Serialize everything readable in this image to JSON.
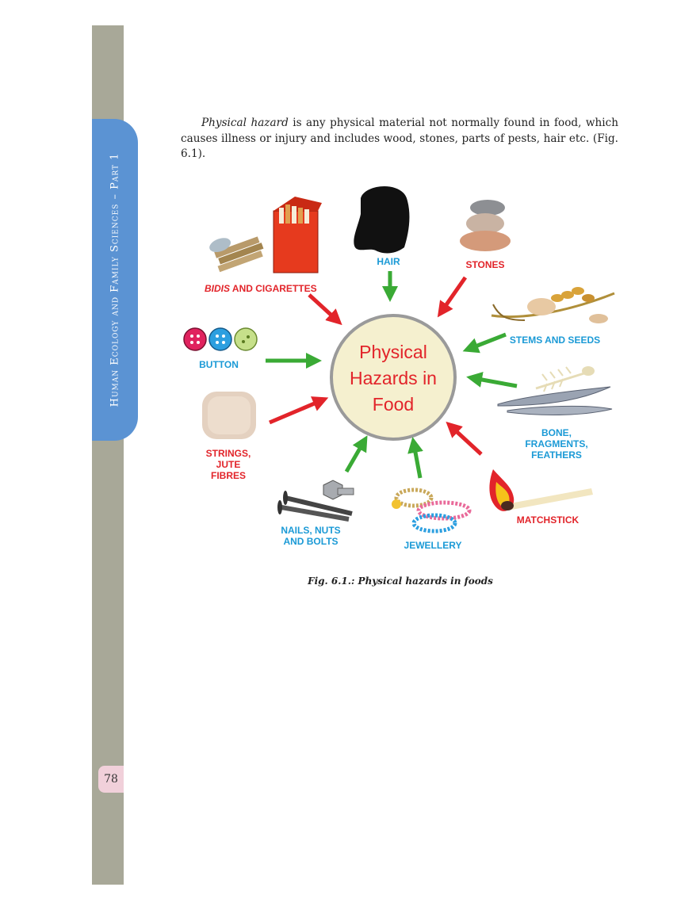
{
  "sidebar": {
    "title": "Human Ecology and Family Sciences – Part 1"
  },
  "page_number": "78",
  "paragraph": {
    "term": "Physical hazard",
    "text": " is any physical material not normally found in food, which causes illness or injury and includes wood, stones, parts of pests, hair etc. (Fig. 6.1)."
  },
  "diagram": {
    "center": {
      "line1": "Physical",
      "line2": "Hazards in",
      "line3": "Food"
    },
    "labels": {
      "bidis_italic": "BIDIS",
      "bidis_rest": " AND CIGARETTES",
      "hair": "HAIR",
      "stones": "STONES",
      "stems": "STEMS AND SEEDS",
      "button": "BUTTON",
      "bone_1": "BONE,",
      "bone_2": "FRAGMENTS,",
      "bone_3": "FEATHERS",
      "strings_1": "STRINGS,",
      "strings_2": "JUTE",
      "strings_3": "FIBRES",
      "matchstick": "MATCHSTICK",
      "nails_1": "NAILS, NUTS",
      "nails_2": "AND BOLTS",
      "jewellery": "JEWELLERY"
    },
    "colors": {
      "red": "#e2242a",
      "green": "#3aaa35",
      "blue": "#1b9ad6",
      "circle_fill": "#f5f0cf"
    }
  },
  "caption": "Fig. 6.1.: Physical hazards in foods"
}
